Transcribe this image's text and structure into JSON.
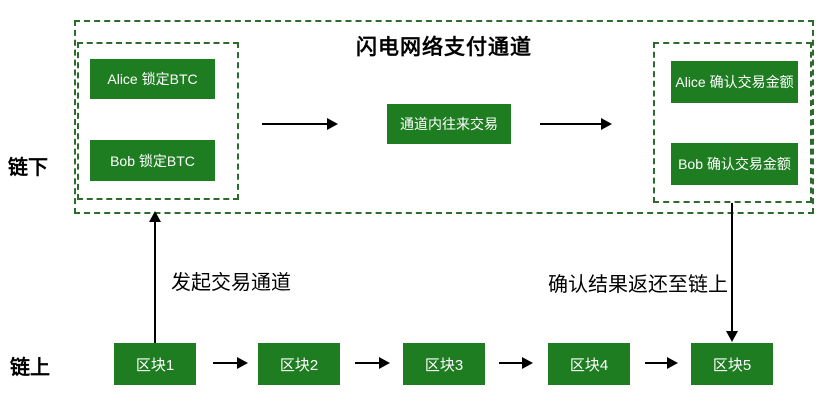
{
  "diagram": {
    "title": "闪电网络支付通道",
    "side_labels": {
      "offchain": "链下",
      "onchain": "链上"
    },
    "flow_labels": {
      "open_channel": "发起交易通道",
      "settle_onchain": "确认结果返还至链上"
    },
    "lock_group": {
      "alice": "Alice 锁定BTC",
      "bob": "Bob 锁定BTC"
    },
    "channel_box": "通道内往来交易",
    "confirm_group": {
      "alice": "Alice 确认交易金额",
      "bob": "Bob 确认交易金额"
    },
    "blocks": [
      "区块1",
      "区块2",
      "区块3",
      "区块4",
      "区块5"
    ],
    "colors": {
      "box_green": "#1e7c21",
      "dash_green": "#2d6b2d",
      "arrow_black": "#000000",
      "box_text": "#ffffff"
    }
  }
}
